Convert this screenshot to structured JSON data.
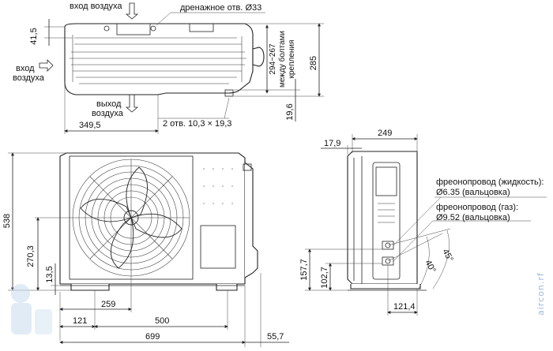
{
  "labels": {
    "air_in_top": "вход воздуха",
    "drain_hole": "дренажное отв. Ø33",
    "air_in_left_1": "вход",
    "air_in_left_2": "воздуха",
    "air_out_1": "выход",
    "air_out_2": "воздуха",
    "mount_holes": "2 отв. 10,3 × 19,3",
    "bolt_spacing_1": "294~267",
    "bolt_spacing_2": "между болтами",
    "bolt_spacing_3": "крепления",
    "pipe_liquid_1": "фреонопровод (жидкость):",
    "pipe_liquid_2": "Ø6.35 (вальцовка)",
    "pipe_gas_1": "фреонопровод (газ):",
    "pipe_gas_2": "Ø9.52 (вальцовка)"
  },
  "dims": {
    "d41_5": "41,5",
    "d285": "285",
    "d19_6": "19,6",
    "d349_5": "349,5",
    "d538": "538",
    "d270_3": "270,3",
    "d13_5": "13,5",
    "d259": "259",
    "d121": "121",
    "d500": "500",
    "d699": "699",
    "d55_7": "55,7",
    "d249": "249",
    "d17_9": "17,9",
    "d157_7": "157,7",
    "d102_7": "102,7",
    "d121_4": "121,4",
    "a40": "40°",
    "a45": "45°"
  },
  "watermark": "aircon.rf"
}
